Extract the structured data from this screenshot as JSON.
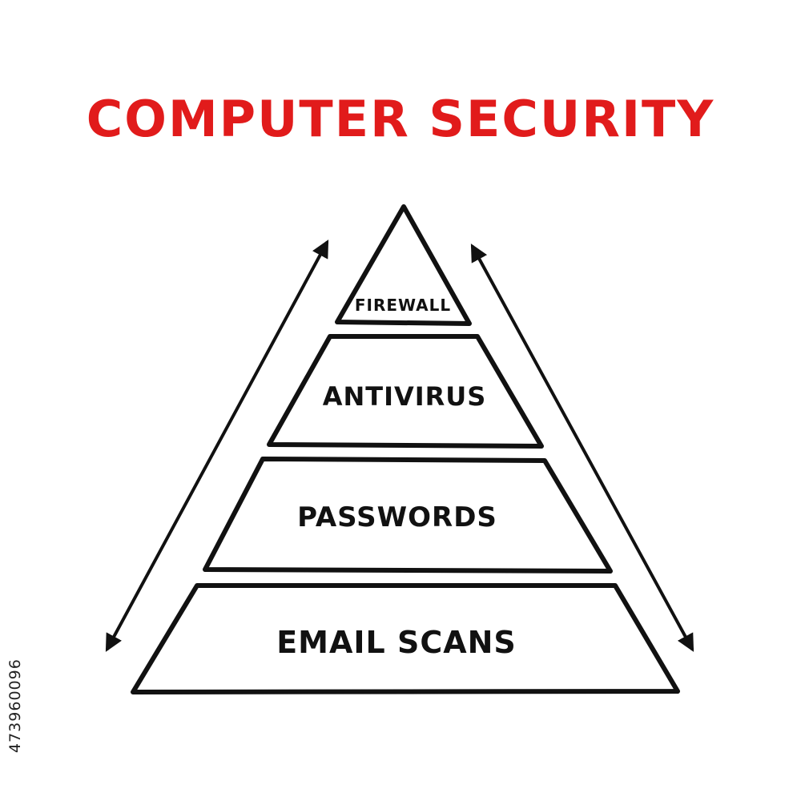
{
  "title": "COMPUTER SECURITY",
  "layers": [
    {
      "label": "FIREWALL"
    },
    {
      "label": "ANTIVIRUS"
    },
    {
      "label": "PASSWORDS"
    },
    {
      "label": "EMAIL SCANS"
    }
  ],
  "side_note": "473960096",
  "colors": {
    "title": "#e11b1b",
    "stroke": "#111111",
    "background": "#ffffff"
  },
  "icons": {
    "left_arrow": "double-headed-arrow-icon",
    "right_arrow": "double-headed-arrow-icon"
  }
}
